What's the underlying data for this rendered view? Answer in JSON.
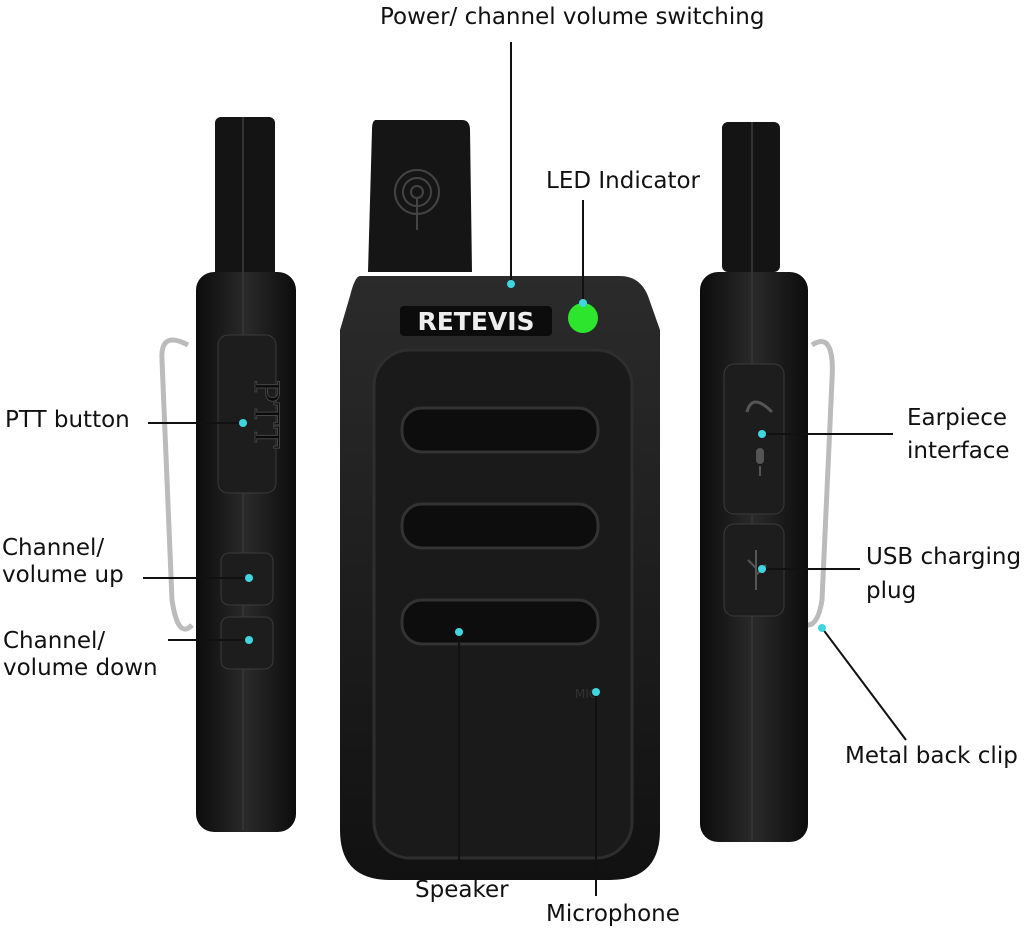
{
  "labels": {
    "power": "Power/ channel volume switching",
    "led": "LED Indicator",
    "ptt": "PTT button",
    "ch_up_1": "Channel/",
    "ch_up_2": "volume up",
    "ch_down_1": "Channel/",
    "ch_down_2": "volume down",
    "earpiece_1": "Earpiece",
    "earpiece_2": "interface",
    "usb_1": "USB charging",
    "usb_2": "plug",
    "clip": "Metal back clip",
    "speaker": "Speaker",
    "microphone": "Microphone"
  },
  "device": {
    "brand_logo": "RETEVIS",
    "ptt_key": "PTT",
    "mic_mark": "MIC"
  },
  "colors": {
    "marker": "#3fd6e0",
    "led": "#2ee52e",
    "knob": "#f08a2a",
    "body": "#141414"
  },
  "icons": [
    "signal-icon",
    "headphone-icon",
    "microphone-icon",
    "usb-icon"
  ]
}
